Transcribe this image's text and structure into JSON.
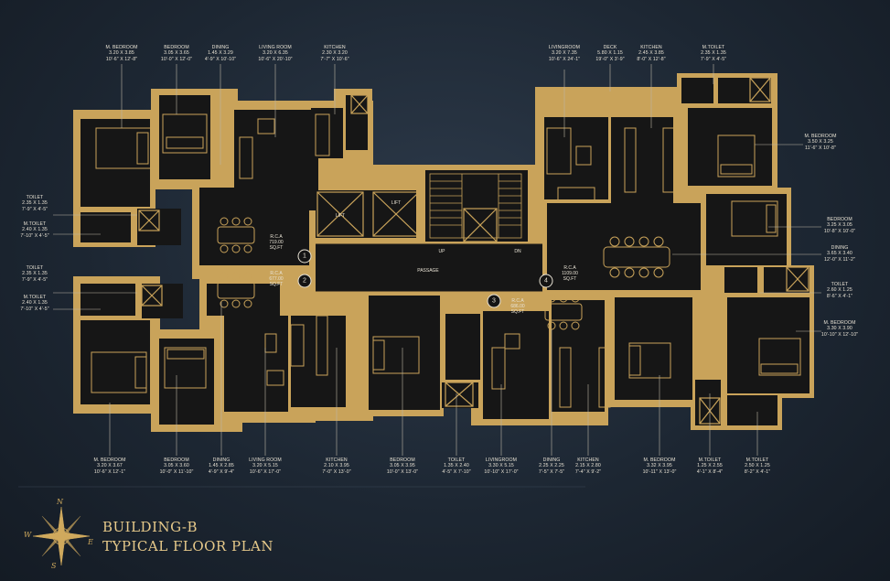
{
  "title": {
    "line1": "BUILDING-B",
    "line2": "TYPICAL FLOOR PLAN"
  },
  "compass": {
    "n": "N",
    "e": "E",
    "s": "S",
    "w": "W"
  },
  "core": {
    "lift1": "LIFT",
    "lift2": "LIFT",
    "passage": "PASSAGE",
    "up": "UP",
    "dn": "DN"
  },
  "units": [
    {
      "num": "1",
      "rca_label": "R.C.A",
      "area": "719.00",
      "unit": "SQ.FT"
    },
    {
      "num": "2",
      "rca_label": "R.C.A",
      "area": "677.00",
      "unit": "SQ.FT"
    },
    {
      "num": "3",
      "rca_label": "R.C.A",
      "area": "686.00",
      "unit": "SQ.FT"
    },
    {
      "num": "4",
      "rca_label": "R.C.A",
      "area": "1109.00",
      "unit": "SQ.FT"
    }
  ],
  "labels_top": [
    {
      "name": "M. BEDROOM",
      "metric": "3.20 X 3.85",
      "imperial": "10'-6\" X 12'-8\""
    },
    {
      "name": "BEDROOM",
      "metric": "3.05 X 3.65",
      "imperial": "10'-0\" X 12'-0\""
    },
    {
      "name": "DINING",
      "metric": "1.45 X 3.29",
      "imperial": "4'-9\" X 10'-10\""
    },
    {
      "name": "LIVING ROOM",
      "metric": "3.20 X 6.35",
      "imperial": "10'-6\" X 20'-10\""
    },
    {
      "name": "KITCHEN",
      "metric": "2.30 X 3.20",
      "imperial": "7'-7\" X 10'-6\""
    },
    {
      "name": "LIVINGROOM",
      "metric": "3.20 X 7.35",
      "imperial": "10'-6\" X 24'-1\""
    },
    {
      "name": "DECK",
      "metric": "5.80 X 1.15",
      "imperial": "19'-0\" X 3'-9\""
    },
    {
      "name": "KITCHEN",
      "metric": "2.45 X 3.85",
      "imperial": "8'-0\" X 12'-8\""
    },
    {
      "name": "M.TOILET",
      "metric": "2.35 X 1.35",
      "imperial": "7'-9\" X 4'-5\""
    }
  ],
  "labels_left": [
    {
      "name": "TOILET",
      "metric": "2.35 X 1.35",
      "imperial": "7'-9\" X 4'-5\""
    },
    {
      "name": "M.TOILET",
      "metric": "2.40 X 1.35",
      "imperial": "7'-10\" X 4'-5\""
    },
    {
      "name": "TOILET",
      "metric": "2.35 X 1.35",
      "imperial": "7'-9\" X 4'-5\""
    },
    {
      "name": "M.TOILET",
      "metric": "2.40 X 1.35",
      "imperial": "7'-10\" X 4'-5\""
    }
  ],
  "labels_right": [
    {
      "name": "M. BEDROOM",
      "metric": "3.50 X 3.25",
      "imperial": "11'-6\" X 10'-8\""
    },
    {
      "name": "BEDROOM",
      "metric": "3.25 X 3.05",
      "imperial": "10'-8\" X 10'-0\""
    },
    {
      "name": "DINING",
      "metric": "3.65 X 3.40",
      "imperial": "12'-0\" X 11'-2\""
    },
    {
      "name": "TOILET",
      "metric": "2.60 X 1.25",
      "imperial": "8'-6\" X 4'-1\""
    },
    {
      "name": "M. BEDROOM",
      "metric": "3.30 X 3.90",
      "imperial": "10'-10\" X 12'-10\""
    }
  ],
  "labels_bottom": [
    {
      "name": "M. BEDROOM",
      "metric": "3.20 X 3.67",
      "imperial": "10'-6\" X 12'-1\""
    },
    {
      "name": "BEDROOM",
      "metric": "3.05 X 3.60",
      "imperial": "10'-0\" X 11'-10\""
    },
    {
      "name": "DINING",
      "metric": "1.45 X 2.85",
      "imperial": "4'-9\" X 9'-4\""
    },
    {
      "name": "LIVING ROOM",
      "metric": "3.20 X 5.15",
      "imperial": "10'-6\" X 17'-0\""
    },
    {
      "name": "KITCHEN",
      "metric": "2.10 X 3.95",
      "imperial": "7'-0\" X 13'-0\""
    },
    {
      "name": "BEDROOM",
      "metric": "3.05 X 3.95",
      "imperial": "10'-0\" X 13'-0\""
    },
    {
      "name": "TOILET",
      "metric": "1.35 X 2.40",
      "imperial": "4'-5\" X 7'-10\""
    },
    {
      "name": "LIVINGROOM",
      "metric": "3.30 X 5.15",
      "imperial": "10'-10\" X 17'-0\""
    },
    {
      "name": "DINING",
      "metric": "2.25 X 2.25",
      "imperial": "7'-5\" X 7'-5\""
    },
    {
      "name": "KITCHEN",
      "metric": "2.15 X 2.80",
      "imperial": "7'-4\" X 9'-2\""
    },
    {
      "name": "M. BEDROOM",
      "metric": "3.32 X 3.95",
      "imperial": "10'-11\" X 13'-0\""
    },
    {
      "name": "M.TOILET",
      "metric": "1.25 X 2.55",
      "imperial": "4'-1\" X 8'-4\""
    },
    {
      "name": "M.TOILET",
      "metric": "2.50 X 1.25",
      "imperial": "8'-2\" X 4'-1\""
    }
  ],
  "colors": {
    "background": "#1d2733",
    "wall": "#c9a35a",
    "floor": "#161616",
    "text": "#e8e2d4",
    "title": "#e6c98a"
  }
}
